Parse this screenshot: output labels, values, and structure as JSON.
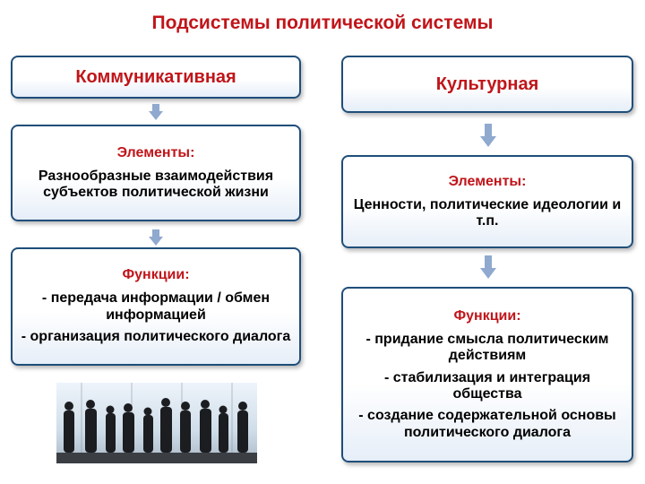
{
  "title": "Подсистемы политической системы",
  "left": {
    "header": "Коммуникативная",
    "elements_label": "Элементы:",
    "elements_text": "Разнообразные взаимодействия субъектов политической жизни",
    "functions_label": "Функции:",
    "functions": [
      "- передача информации / обмен информацией",
      "- организация политического диалога"
    ]
  },
  "right": {
    "header": "Культурная",
    "elements_label": "Элементы:",
    "elements_text": "Ценности, политические идеологии и т.п.",
    "functions_label": "Функции:",
    "functions": [
      "- придание смысла политическим действиям",
      "- стабилизация и интеграция общества",
      "- создание содержательной основы политического диалога"
    ]
  },
  "colors": {
    "title": "#c0151a",
    "border": "#1f4e79",
    "arrow": "#8fa9cf"
  },
  "image": {
    "icon": "business-people-silhouettes-photo"
  }
}
